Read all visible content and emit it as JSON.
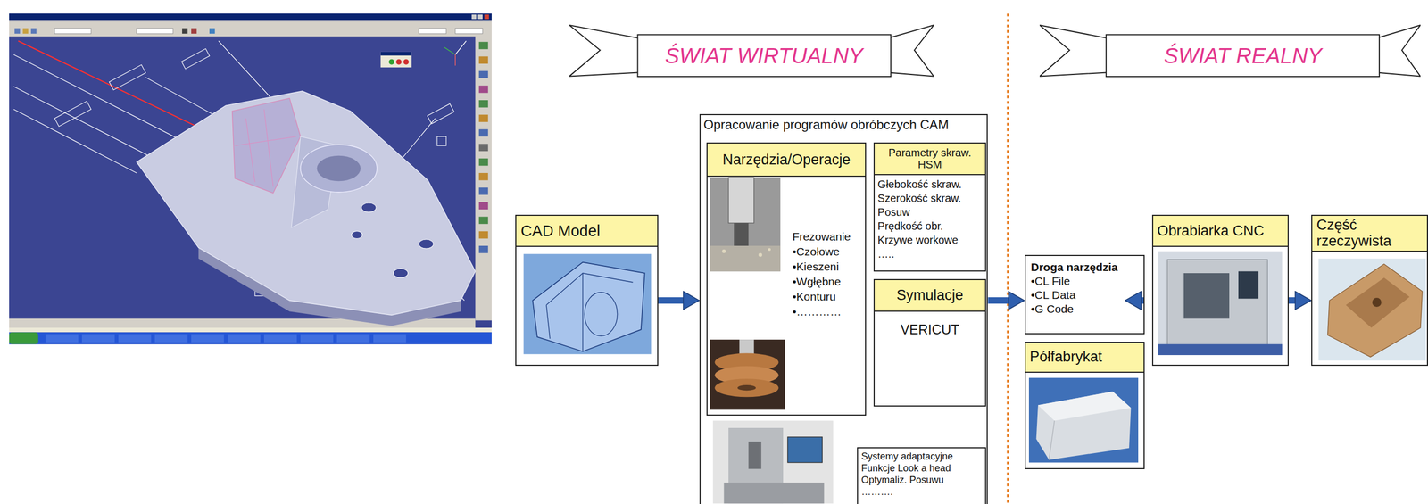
{
  "diagram": {
    "nodes": [
      {
        "text": [
          "ŚWIAT WIRTUALNY"
        ]
      },
      {
        "text": [
          "ŚWIAT REALNY"
        ]
      },
      {
        "text": [
          "CAD Model"
        ]
      },
      {
        "text": [
          "Opracowanie programów obróbczych CAM"
        ]
      },
      {
        "text": [
          "Narzędzia/Operacje",
          "Frezowanie",
          "•Czołowe",
          "•Kieszeni",
          "•Wgłębne",
          "•Konturu",
          "•…………"
        ],
        "in": 3
      },
      {
        "text": [
          "Parametry skraw. HSM",
          "Głebokość skraw.",
          "Szerokość skraw.",
          "Posuw",
          "Prędkość obr.",
          "Krzywe workowe",
          "….."
        ],
        "in": 3
      },
      {
        "text": [
          "Symulacje",
          "VERICUT"
        ],
        "in": 3
      },
      {
        "text": [
          "Systemy adaptacyjne",
          "Funkcje Look a head",
          "Optymaliz. Posuwu",
          "………."
        ],
        "in": 3
      },
      {
        "text": [
          "Droga narzędzia",
          "•CL File",
          "•CL Data",
          "•G Code"
        ]
      },
      {
        "text": [
          "Półfabrykat"
        ]
      },
      {
        "text": [
          "Obrabiarka CNC"
        ]
      },
      {
        "text": [
          "Część rzeczywista"
        ]
      }
    ],
    "edges": [
      {
        "from": 2,
        "to": 3,
        "arrow": "to"
      },
      {
        "from": 3,
        "to": 8,
        "arrow": "to"
      },
      {
        "from": 8,
        "to": 10,
        "arrow": "to"
      },
      {
        "from": 9,
        "to": 10,
        "arrow": "to"
      },
      {
        "from": 10,
        "to": 11,
        "arrow": "to"
      }
    ]
  }
}
